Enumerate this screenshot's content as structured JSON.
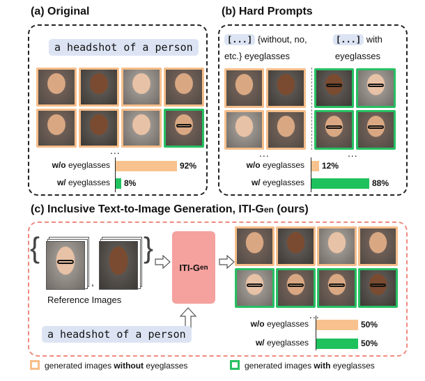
{
  "panels": {
    "a": {
      "title": "(a) Original",
      "prompt": "a headshot of a person",
      "ellipsis": "...",
      "rows": [
        [
          "without",
          "without",
          "without",
          "without"
        ],
        [
          "without",
          "without",
          "without",
          "with"
        ]
      ],
      "bars": [
        {
          "label_prefix": "w/o",
          "label_rest": " eyeglasses",
          "percent": 92,
          "percent_text": "92%",
          "kind": "wo"
        },
        {
          "label_prefix": "w/",
          "label_rest": " eyeglasses",
          "percent": 8,
          "percent_text": "8%",
          "kind": "w"
        }
      ]
    },
    "b": {
      "title": "(b) Hard Prompts",
      "left_token": "[...]",
      "left_text_1": "{without, no,",
      "left_text_2": "etc.} eyeglasses",
      "right_token": "[...]",
      "right_text_1": "with",
      "right_text_2": "eyeglasses",
      "ellipsis_left": "...",
      "ellipsis_right": "...",
      "bars": [
        {
          "label_prefix": "w/o",
          "label_rest": " eyeglasses",
          "percent": 12,
          "percent_text": "12%",
          "kind": "wo"
        },
        {
          "label_prefix": "w/",
          "label_rest": " eyeglasses",
          "percent": 88,
          "percent_text": "88%",
          "kind": "w"
        }
      ]
    },
    "c": {
      "title_main": "(c) Inclusive Text-to-Image Generation, ITI-G",
      "title_smallcaps": "en",
      "title_end": " (ours)",
      "reference_label": "Reference Images",
      "comma": ",",
      "module_main": "ITI-G",
      "module_smallcaps": "en",
      "prompt": "a headshot of a person",
      "ellipsis": "...",
      "bars": [
        {
          "label_prefix": "w/o",
          "label_rest": " eyeglasses",
          "percent": 50,
          "percent_text": "50%",
          "kind": "wo"
        },
        {
          "label_prefix": "w/",
          "label_rest": " eyeglasses",
          "percent": 50,
          "percent_text": "50%",
          "kind": "w"
        }
      ]
    }
  },
  "legend": {
    "without_prefix": "generated images ",
    "without_bold": "without",
    "without_suffix": " eyeglasses",
    "with_prefix": "generated images ",
    "with_bold": "with",
    "with_suffix": " eyeglasses"
  },
  "colors": {
    "without_border": "#f6be8a",
    "with_border": "#27c062",
    "bar_without": "#f8c28e",
    "bar_with": "#1fc15c",
    "module": "#f5a19e",
    "prompt_bg": "#dce4f4"
  }
}
